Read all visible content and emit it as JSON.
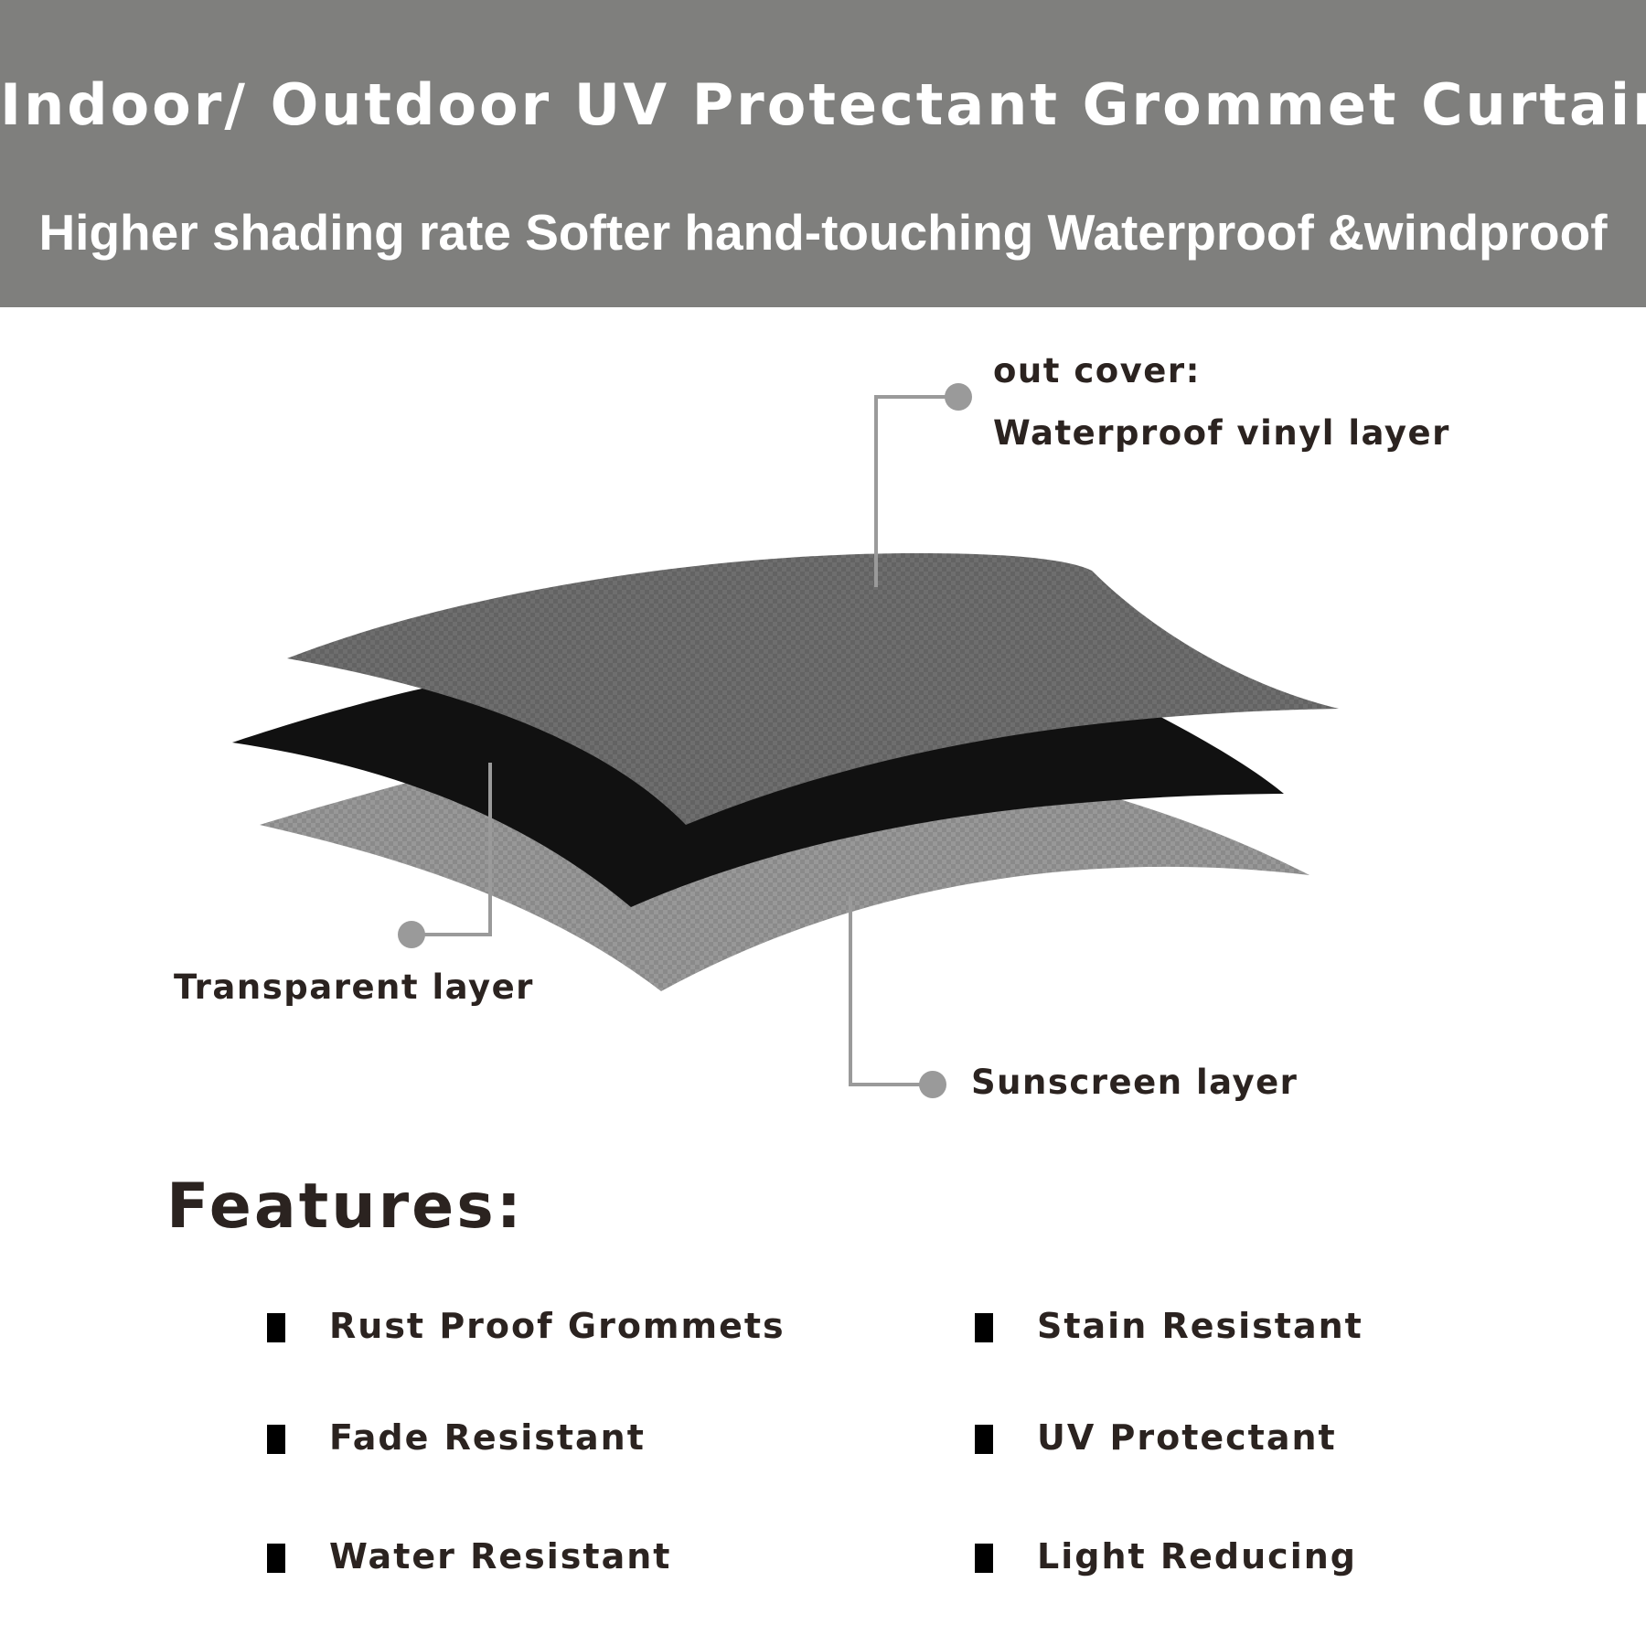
{
  "header": {
    "title": "Indoor/ Outdoor UV Protectant Grommet Curtain",
    "subtitle": "Higher shading rate Softer hand-touching Waterproof &windproof"
  },
  "diagram": {
    "layers": [
      {
        "name": "out cover",
        "color": "#6e6e6e"
      },
      {
        "name": "middle",
        "color": "#111111"
      },
      {
        "name": "bottom",
        "color": "#8a8a8a"
      }
    ],
    "callouts": {
      "out_cover_line1": "out cover:",
      "out_cover_line2": "Waterproof vinyl layer",
      "transparent": "Transparent layer",
      "sunscreen": "Sunscreen layer"
    },
    "leader_color": "#9a9a9a"
  },
  "features": {
    "heading": "Features:",
    "items": [
      "Rust Proof Grommets",
      "Stain Resistant",
      "Fade Resistant",
      "UV Protectant",
      "Water Resistant",
      "Light Reducing"
    ]
  }
}
